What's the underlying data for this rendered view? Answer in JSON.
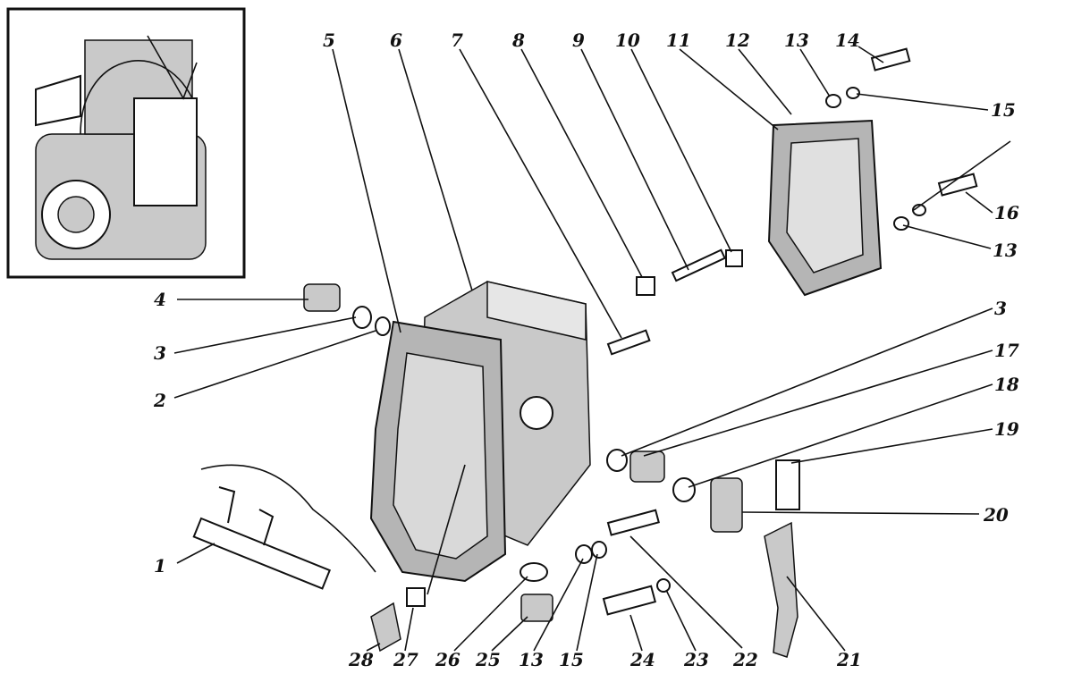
{
  "labels": {
    "n1": "1",
    "n2": "2",
    "n3a": "3",
    "n3b": "3",
    "n4": "4",
    "n5": "5",
    "n6": "6",
    "n7": "7",
    "n8": "8",
    "n9": "9",
    "n10": "10",
    "n11": "11",
    "n12": "12",
    "n13a": "13",
    "n13b": "13",
    "n13c": "13",
    "n14": "14",
    "n15a": "15",
    "n15b": "15",
    "n16": "16",
    "n17": "17",
    "n18": "18",
    "n19": "19",
    "n20": "20",
    "n21": "21",
    "n22": "22",
    "n23": "23",
    "n24": "24",
    "n25": "25",
    "n26": "26",
    "n27": "27",
    "n28": "28"
  }
}
